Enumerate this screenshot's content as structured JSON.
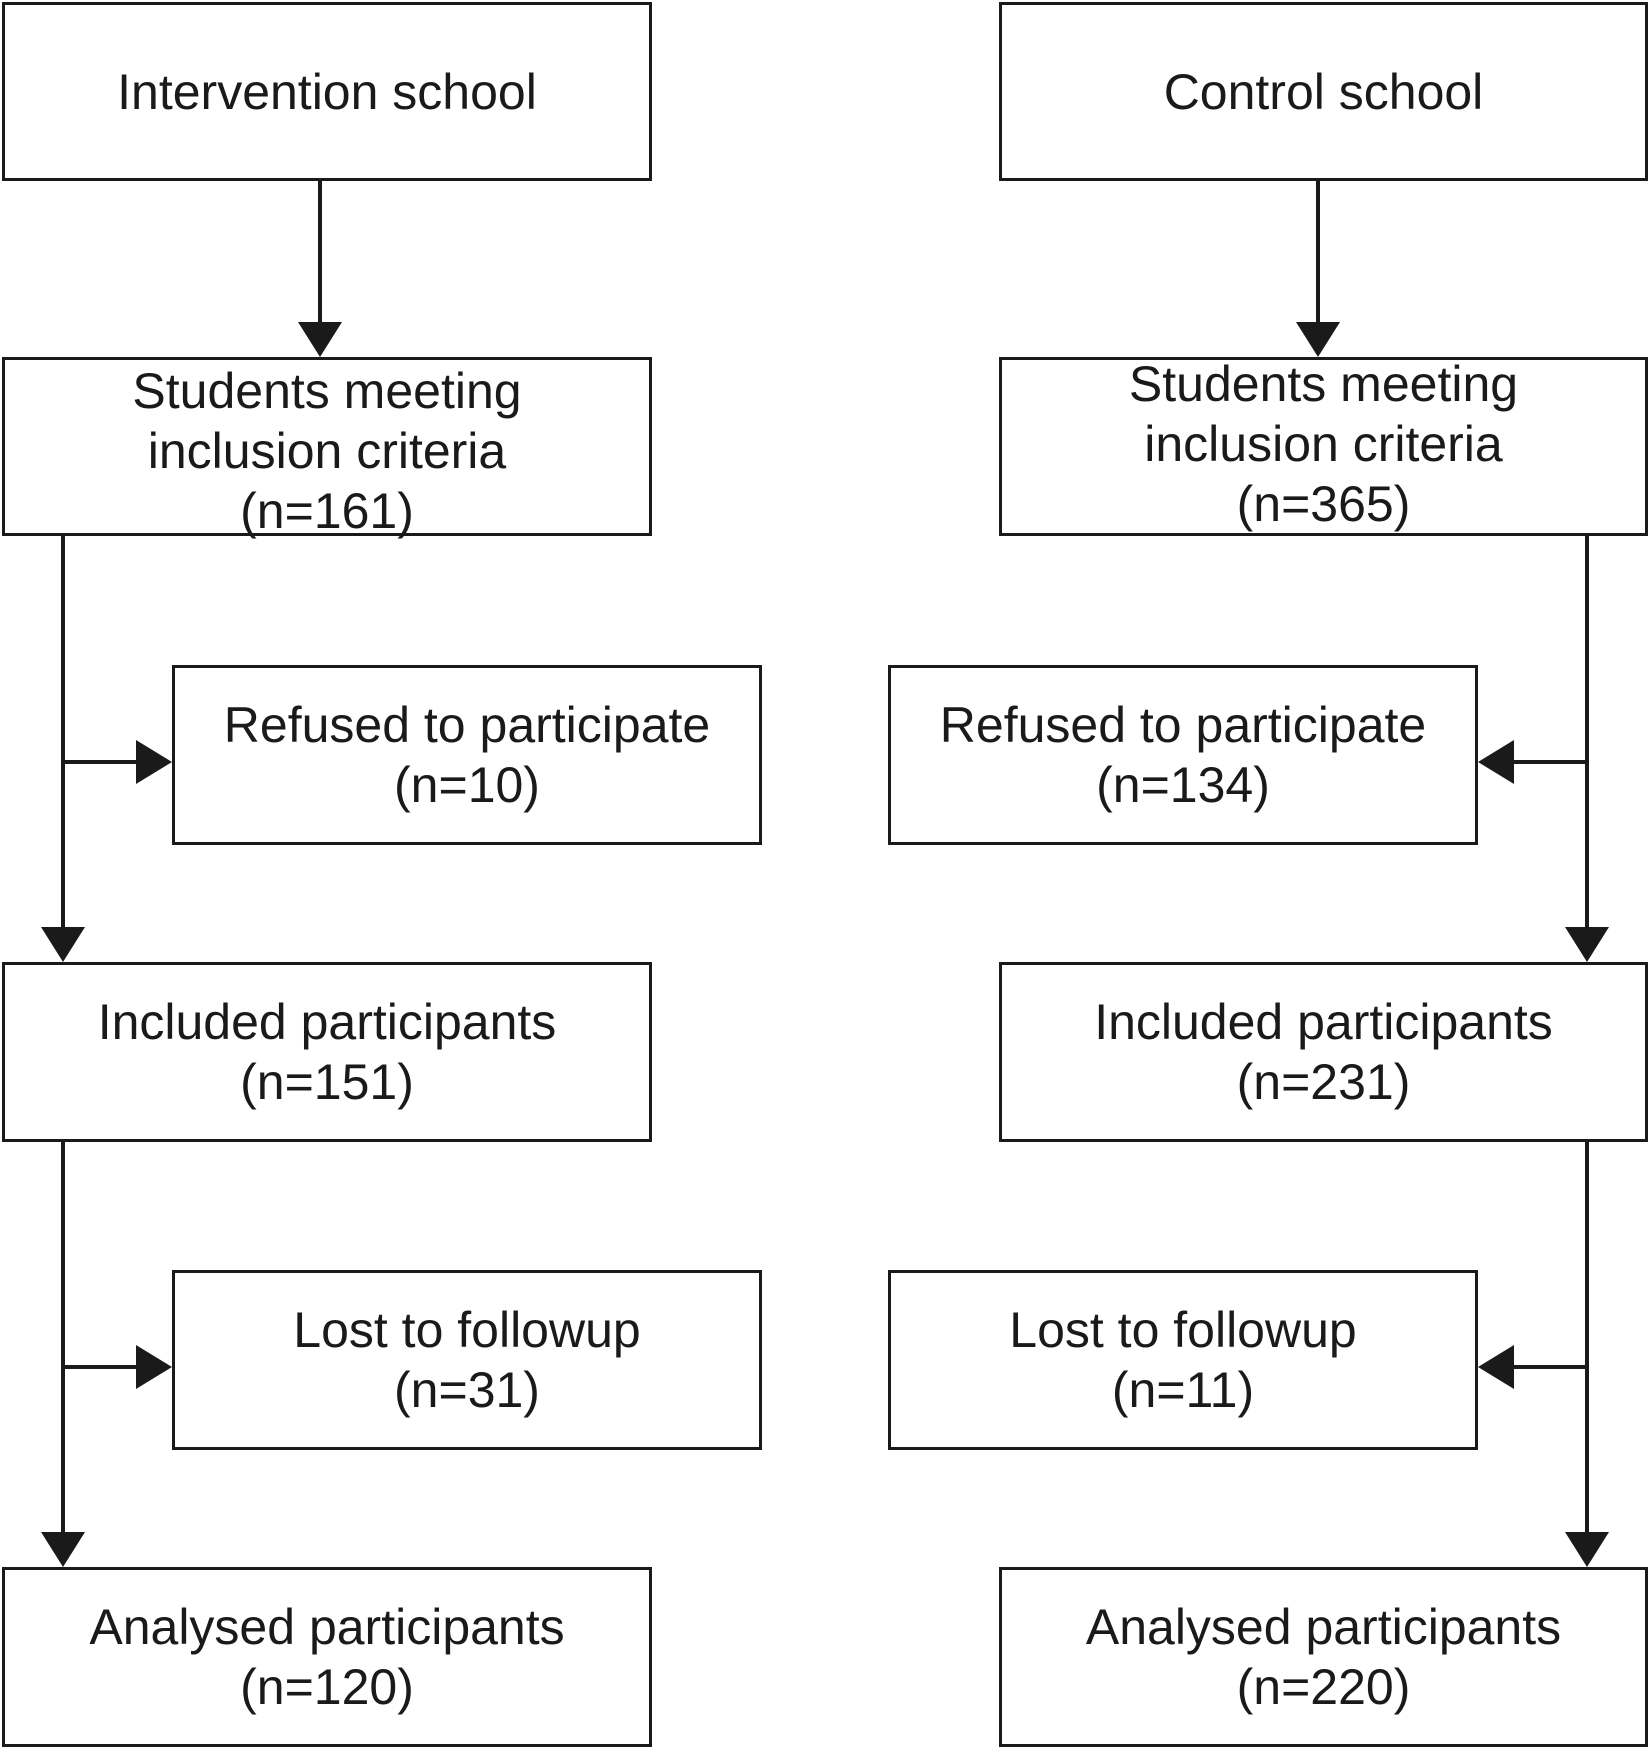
{
  "intervention": {
    "school": "Intervention school",
    "meeting": {
      "line1": "Students meeting",
      "line2": "inclusion criteria",
      "n": "(n=161)"
    },
    "refused": {
      "label": "Refused to participate",
      "n": "(n=10)"
    },
    "included": {
      "label": "Included participants",
      "n": "(n=151)"
    },
    "lost": {
      "label": "Lost to followup",
      "n": "(n=31)"
    },
    "analysed": {
      "label": "Analysed participants",
      "n": "(n=120)"
    }
  },
  "control": {
    "school": "Control school",
    "meeting": {
      "line1": "Students meeting",
      "line2": "inclusion criteria",
      "n": "(n=365)"
    },
    "refused": {
      "label": "Refused to participate",
      "n": "(n=134)"
    },
    "included": {
      "label": "Included participants",
      "n": "(n=231)"
    },
    "lost": {
      "label": "Lost to followup",
      "n": "(n=11)"
    },
    "analysed": {
      "label": "Analysed participants",
      "n": "(n=220)"
    }
  }
}
